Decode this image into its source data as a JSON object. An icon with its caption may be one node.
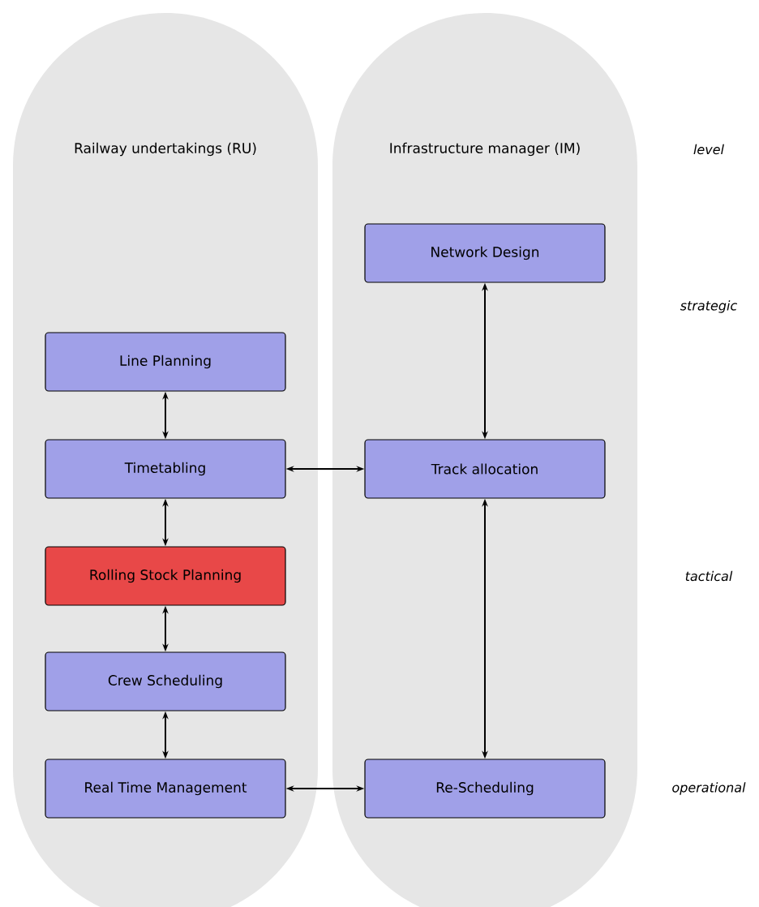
{
  "diagram": {
    "nodes": [
      {
        "text": [
          "Railway undertakings (RU)"
        ]
      },
      {
        "text": [
          "Infrastructure manager (IM)"
        ]
      },
      {
        "text": [
          "Line Planning"
        ],
        "in": 0
      },
      {
        "text": [
          "Timetabling"
        ],
        "in": 0
      },
      {
        "text": [
          "Rolling Stock Planning"
        ],
        "in": 0
      },
      {
        "text": [
          "Crew Scheduling"
        ],
        "in": 0
      },
      {
        "text": [
          "Real Time Management"
        ],
        "in": 0
      },
      {
        "text": [
          "Network Design"
        ],
        "in": 1
      },
      {
        "text": [
          "Track allocation"
        ],
        "in": 1
      },
      {
        "text": [
          "Re-Scheduling"
        ],
        "in": 1
      }
    ],
    "edges": [
      {
        "from": 2,
        "to": 3,
        "arrow": "both"
      },
      {
        "from": 3,
        "to": 4,
        "arrow": "both"
      },
      {
        "from": 4,
        "to": 5,
        "arrow": "both"
      },
      {
        "from": 5,
        "to": 6,
        "arrow": "both"
      },
      {
        "from": 3,
        "to": 8,
        "arrow": "both"
      },
      {
        "from": 6,
        "to": 9,
        "arrow": "both"
      },
      {
        "from": 7,
        "to": 8,
        "arrow": "both"
      },
      {
        "from": 8,
        "to": 9,
        "arrow": "both"
      }
    ],
    "labels": [
      "level",
      "strategic",
      "tactical",
      "operational"
    ]
  }
}
